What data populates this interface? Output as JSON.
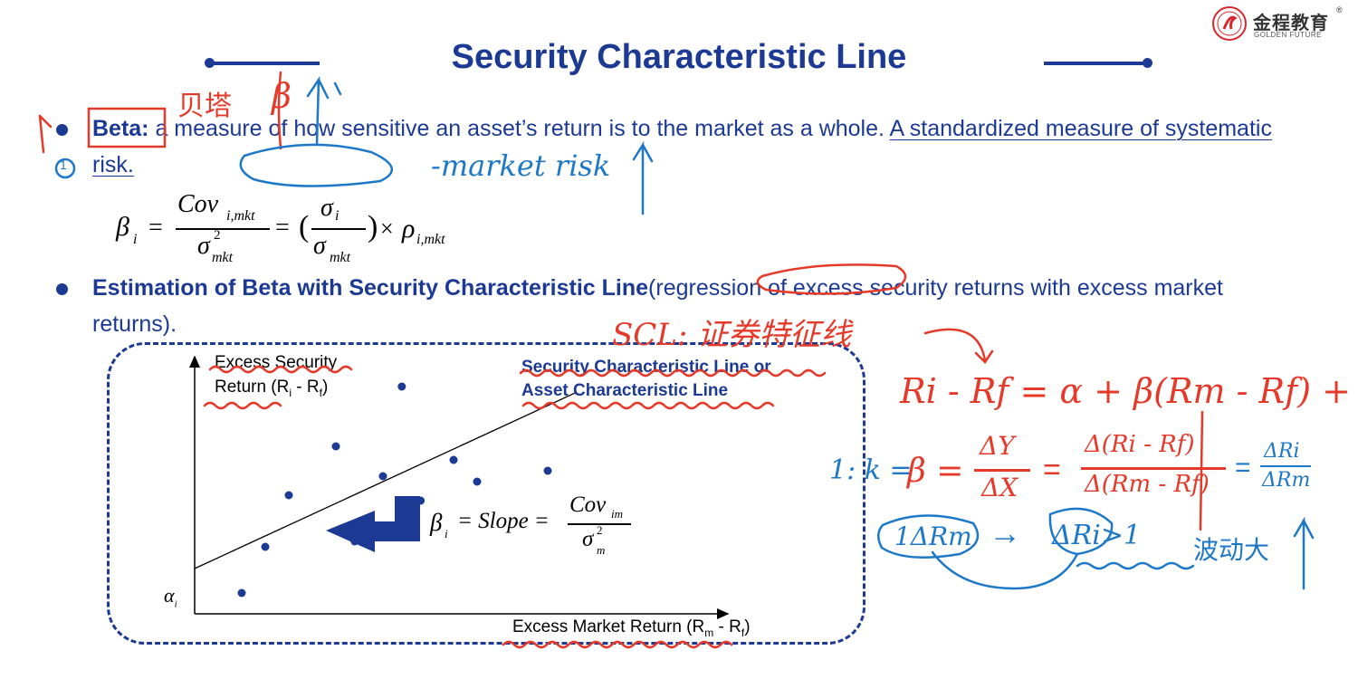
{
  "logo": {
    "name": "金程教育",
    "subtitle": "GOLDEN FUTURE",
    "trademark": "®"
  },
  "title": "Security Characteristic Line",
  "bullet1": {
    "term": "Beta:",
    "text": " a measure of how sensitive an asset’s return is to the market as a whole. ",
    "underlined_text": "A standardized measure of systematic risk."
  },
  "formula": {
    "lhs": "β",
    "lhs_sub": "i",
    "num1": "Cov",
    "num1_sub": "i,mkt",
    "den1": "σ",
    "den1_sup": "2",
    "den1_sub": "mkt",
    "num2": "σ",
    "num2_sub": "i",
    "den2": "σ",
    "den2_sub": "mkt",
    "times": "×",
    "rho": "ρ",
    "rho_sub": "i,mkt"
  },
  "bullet2": {
    "term": "Estimation of Beta with Security Characteristic Line",
    "text": "(regression of excess security returns with excess market returns)."
  },
  "chart": {
    "y_axis_label_line1": "Excess Security",
    "y_axis_label_line2": "Return (R",
    "y_axis_label_sub_i": "i",
    "y_axis_label_mid": " - R",
    "y_axis_label_sub_f": "f",
    "y_axis_label_end": ")",
    "x_axis_label": "Excess Market Return (R",
    "x_axis_label_sub_m": "m",
    "x_axis_label_mid": " - R",
    "x_axis_label_sub_f": "f",
    "x_axis_label_end": ")",
    "line_label_1": "Security Characteristic Line or",
    "line_label_2": "Asset Characteristic Line",
    "alpha_label": "α",
    "alpha_sub": "i",
    "slope_beta": "β",
    "slope_beta_sub": "i",
    "slope_text": "= Slope =",
    "slope_num": "Cov",
    "slope_num_sub": "im",
    "slope_den": "σ",
    "slope_den_sup": "2",
    "slope_den_sub": "m"
  },
  "chart_data": {
    "type": "scatter",
    "xlabel": "Excess Market Return (Rm - Rf)",
    "ylabel": "Excess Security Return (Ri - Rf)",
    "points": [
      {
        "x": 1.0,
        "y": 0.1
      },
      {
        "x": 1.5,
        "y": 1.8
      },
      {
        "x": 2.0,
        "y": 3.7
      },
      {
        "x": 3.0,
        "y": 5.5
      },
      {
        "x": 3.4,
        "y": 2.0
      },
      {
        "x": 4.0,
        "y": 4.4
      },
      {
        "x": 4.4,
        "y": 7.7
      },
      {
        "x": 4.8,
        "y": 3.5
      },
      {
        "x": 5.5,
        "y": 5.0
      },
      {
        "x": 6.0,
        "y": 4.2
      },
      {
        "x": 7.5,
        "y": 4.6
      }
    ],
    "regression_line": {
      "intercept": 1.0,
      "slope": 0.8
    },
    "colors": {
      "points": "#1c3a94",
      "line": "#000000",
      "arrow": "#1c3a94"
    }
  },
  "annotations": {
    "beta_cn": "贝塔",
    "beta_sym": "β",
    "mark_1": "1",
    "circled_1": "1",
    "market_risk": "-market risk",
    "scl_cn": "SCL: 证券特征线",
    "equation": "Ri - Rf = α + β(Rm - Rf) + ε",
    "slope_line": "1: k = β = ΔY / ΔX = Δ(Ri-Rf) / Δ(Rm-Rf) = ΔRi / ΔRm",
    "k_label": "1: k =",
    "beta_eq": "β =",
    "dy": "ΔY",
    "dx": "ΔX",
    "eq2": "=",
    "d_num": "Δ(Ri - Rf)",
    "d_den": "Δ(Rm - Rf)",
    "eq3": "=",
    "dri": "ΔRi",
    "drm": "ΔRm",
    "one_drm": "1ΔRm",
    "arrow_to": "→",
    "dri_gt1": "ΔRi>1",
    "volatility_cn": "波动大",
    "colors": {
      "red": "#e53a2a",
      "blue": "#1e78c8"
    }
  }
}
